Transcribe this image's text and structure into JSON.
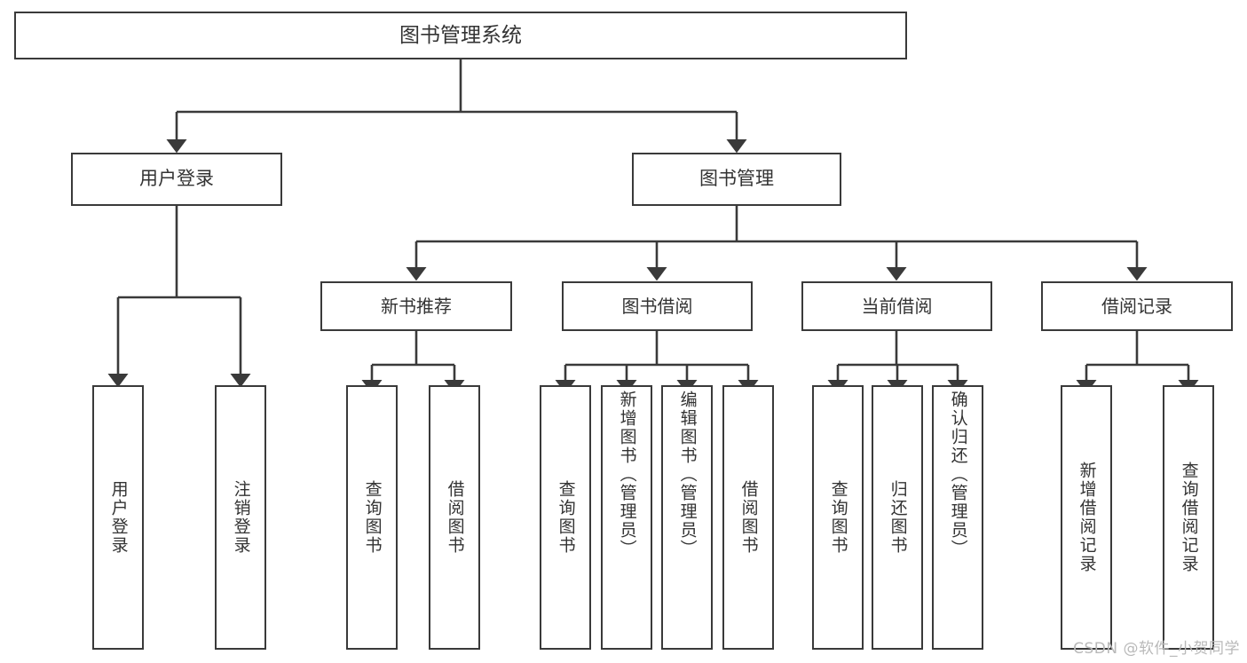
{
  "diagram": {
    "title": "图书管理系统",
    "type": "tree",
    "orientation": "top-down",
    "background_color": "#ffffff",
    "box_border_color": "#3a3a3a",
    "text_color": "#333333",
    "connector_color": "#3a3a3a"
  },
  "root": {
    "label": "图书管理系统"
  },
  "level1": [
    {
      "label": "用户登录"
    },
    {
      "label": "图书管理"
    }
  ],
  "level2": [
    {
      "label": "新书推荐"
    },
    {
      "label": "图书借阅"
    },
    {
      "label": "当前借阅"
    },
    {
      "label": "借阅记录"
    }
  ],
  "leaves": {
    "user_login": [
      {
        "label": "用户登录"
      },
      {
        "label": "注销登录"
      }
    ],
    "new_book_recommend": [
      {
        "label": "查询图书"
      },
      {
        "label": "借阅图书"
      }
    ],
    "book_borrow": [
      {
        "label": "查询图书"
      },
      {
        "label": "新增图书（管理员）"
      },
      {
        "label": "编辑图书（管理员）"
      },
      {
        "label": "借阅图书"
      }
    ],
    "current_borrow": [
      {
        "label": "查询图书"
      },
      {
        "label": "归还图书"
      },
      {
        "label": "确认归还（管理员）"
      }
    ],
    "borrow_record": [
      {
        "label": "新增借阅记录"
      },
      {
        "label": "查询借阅记录"
      }
    ]
  },
  "watermark": {
    "text": "CSDN @软件_小贺同学"
  }
}
